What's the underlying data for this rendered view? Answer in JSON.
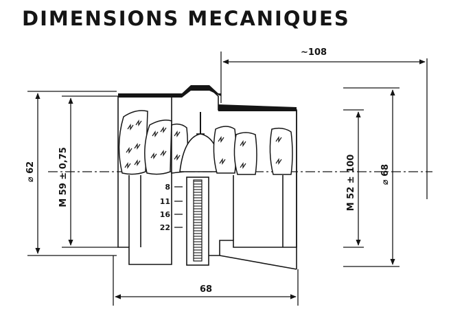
{
  "title": "DIMENSIONS MECANIQUES",
  "dimensions": {
    "overall_length": "~108",
    "diameter_left": "⌀ 62",
    "thread_rear": "M 59 ± 0,75",
    "thread_front": "M 52 ± 100",
    "diameter_right": "⌀ 68",
    "body_length": "68"
  },
  "focus_scale": [
    "8",
    "11",
    "16",
    "22"
  ],
  "colors": {
    "ink": "#151515",
    "paper": "#ffffff"
  }
}
